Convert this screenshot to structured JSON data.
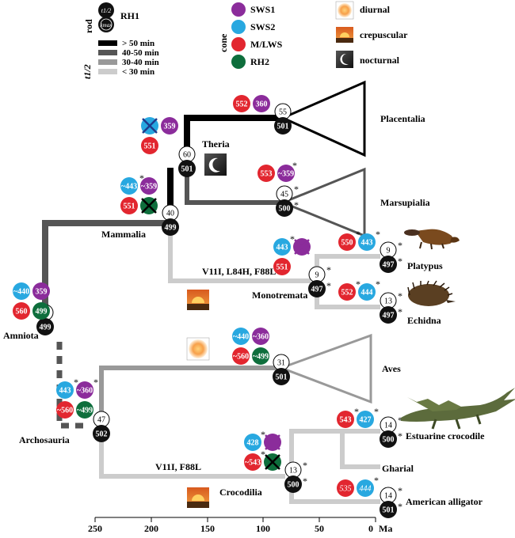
{
  "legend": {
    "rod_label": "rod",
    "rod_symbol_top": "t1/2",
    "rod_symbol_bottom": "λmax",
    "rod_pigment": "RH1",
    "thalf_label": "t1/2",
    "thalf_bins": [
      {
        "label": "> 50 min",
        "color": "#000000"
      },
      {
        "label": "40-50 min",
        "color": "#555555"
      },
      {
        "label": "30-40 min",
        "color": "#999999"
      },
      {
        "label": "< 30 min",
        "color": "#cccccc"
      }
    ],
    "cone_label": "cone",
    "cone_pigments": [
      {
        "label": "SWS1",
        "color": "#8b2c9b"
      },
      {
        "label": "SWS2",
        "color": "#28a8e0"
      },
      {
        "label": "M/LWS",
        "color": "#e2262f"
      },
      {
        "label": "RH2",
        "color": "#0e6e3c"
      }
    ],
    "activity": [
      {
        "label": "diurnal",
        "icon": "sun-icon"
      },
      {
        "label": "crepuscular",
        "icon": "sunset-icon"
      },
      {
        "label": "nocturnal",
        "icon": "moon-icon"
      }
    ]
  },
  "taxa": {
    "placentalia": "Placentalia",
    "marsupialia": "Marsupialia",
    "platypus": "Platypus",
    "echidna": "Echidna",
    "aves": "Aves",
    "estuarine_crocodile": "Estuarine crocodile",
    "gharial": "Gharial",
    "american_alligator": "American alligator"
  },
  "clades": {
    "amniota": "Amniota",
    "mammalia": "Mammalia",
    "theria": "Theria",
    "monotremata": "Monotremata",
    "archosauria": "Archosauria",
    "crocodilia": "Crocodilia"
  },
  "mutations": {
    "monotremata": "V11I, L84H, F88L",
    "crocodilia": "V11I, F88L"
  },
  "nodes": {
    "amniota": {
      "t_half": "56",
      "lambda_max": "499"
    },
    "mammalia": {
      "t_half": "40",
      "lambda_max": "499"
    },
    "theria": {
      "t_half": "60",
      "lambda_max": "501"
    },
    "placentalia": {
      "t_half": "55",
      "lambda_max": "501"
    },
    "marsupialia": {
      "t_half": "45",
      "lambda_max": "500"
    },
    "monotremata": {
      "t_half": "9",
      "lambda_max": "497"
    },
    "platypus": {
      "t_half": "9",
      "lambda_max": "497"
    },
    "echidna": {
      "t_half": "13",
      "lambda_max": "497"
    },
    "archosauria": {
      "t_half": "47",
      "lambda_max": "502"
    },
    "aves": {
      "t_half": "31",
      "lambda_max": "501"
    },
    "crocodilia": {
      "t_half": "13",
      "lambda_max": "500"
    },
    "estuarine_crocodile": {
      "t_half": "14",
      "lambda_max": "500"
    },
    "american_alligator": {
      "t_half": "14",
      "lambda_max": "501"
    }
  },
  "cones": {
    "amniota": {
      "sws2": "~440",
      "sws1": "359",
      "mlws": "560",
      "rh2": "499"
    },
    "mammalia": {
      "sws2": "~443",
      "sws1": "~359",
      "mlws": "551"
    },
    "theria": {
      "sws1": "359",
      "mlws": "551"
    },
    "placentalia": {
      "mlws": "552",
      "sws1": "360"
    },
    "marsupialia": {
      "mlws": "553",
      "sws1": "~359"
    },
    "monotremata": {
      "sws2": "443",
      "mlws": "551"
    },
    "platypus": {
      "mlws": "550",
      "sws2": "443"
    },
    "echidna": {
      "mlws": "552",
      "sws2": "444"
    },
    "archosauria": {
      "sws2": "443",
      "sws1": "~360",
      "mlws": "~560",
      "rh2": "~499"
    },
    "aves": {
      "sws2": "~440",
      "sws1": "~360",
      "mlws": "~560",
      "rh2": "~499"
    },
    "crocodilia": {
      "sws2": "428",
      "mlws": "~543"
    },
    "estuarine_crocodile": {
      "mlws": "543",
      "sws2": "427"
    },
    "american_alligator": {
      "mlws": "535",
      "sws2": "444"
    }
  },
  "axis": {
    "unit": "Ma",
    "ticks": [
      "250",
      "200",
      "150",
      "100",
      "50",
      "0"
    ]
  },
  "colors": {
    "thalf_black": "#000000",
    "thalf_dark": "#555555",
    "thalf_mid": "#999999",
    "thalf_light": "#cccccc",
    "loss_cross": "#1f3b8c"
  }
}
